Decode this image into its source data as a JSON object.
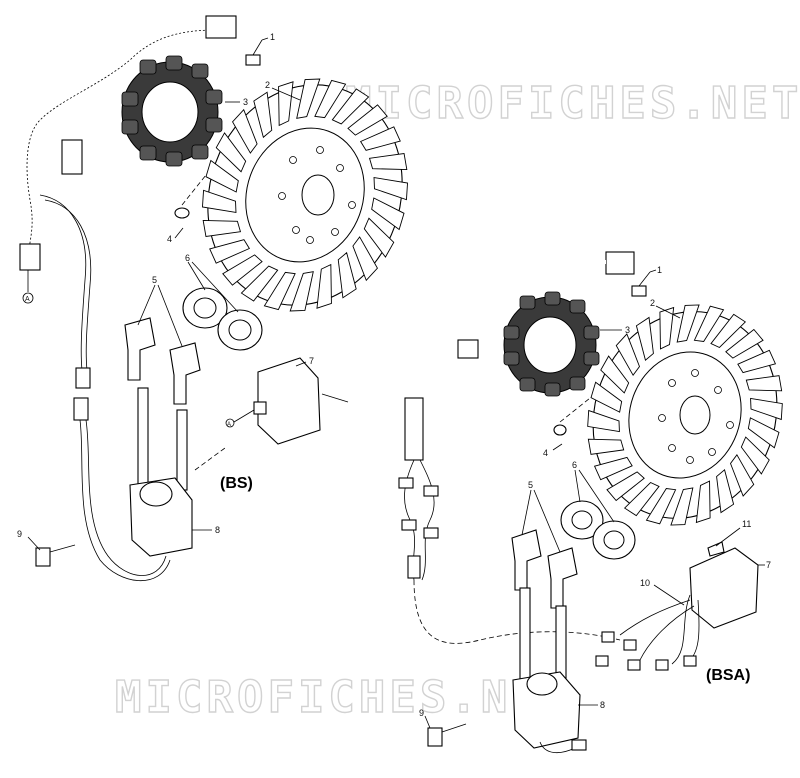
{
  "watermark": {
    "top": "MICROFICHES.NET",
    "bottom": "MICROFICHES.NET"
  },
  "variants": {
    "left": "(BS)",
    "right": "(BSA)"
  },
  "connector_marks": {
    "left_a": "A",
    "left_b": "A"
  },
  "callouts_left": [
    "1",
    "2",
    "3",
    "4",
    "5",
    "6",
    "7",
    "8",
    "9"
  ],
  "callouts_right": [
    "1",
    "2",
    "3",
    "4",
    "5",
    "6",
    "7",
    "8",
    "9",
    "10",
    "11"
  ]
}
